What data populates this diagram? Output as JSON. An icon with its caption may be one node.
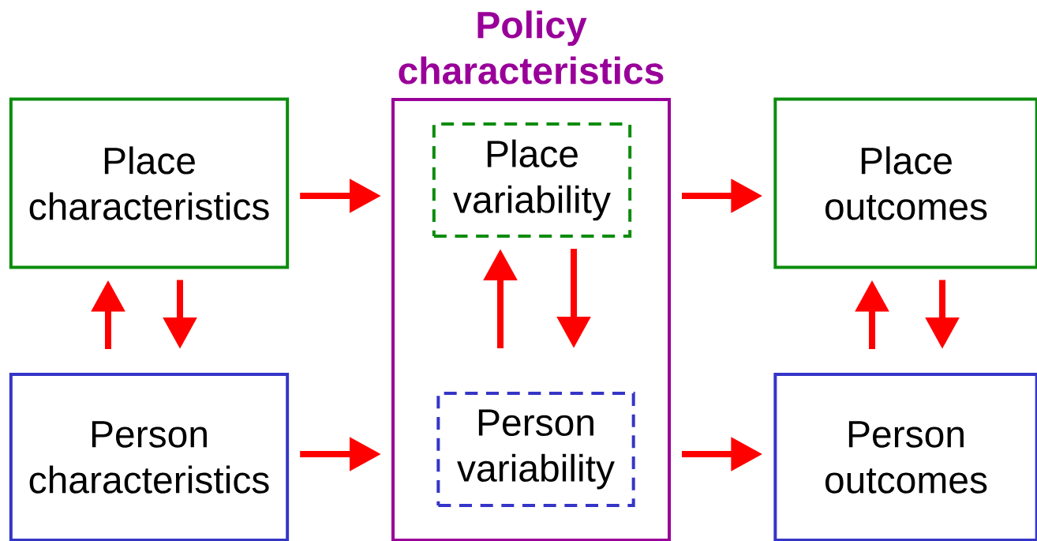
{
  "diagram": {
    "nodes": [
      {
        "text": [
          "Place characteristics"
        ]
      },
      {
        "text": [
          "Person characteristics"
        ]
      },
      {
        "text": [
          "Policy characteristics"
        ]
      },
      {
        "text": [
          "Place variability"
        ],
        "in": 2
      },
      {
        "text": [
          "Person variability"
        ],
        "in": 2
      },
      {
        "text": [
          "Place outcomes"
        ]
      },
      {
        "text": [
          "Person outcomes"
        ]
      }
    ],
    "edges": [
      {
        "from": 0,
        "to": 2,
        "arrow": "to"
      },
      {
        "from": 1,
        "to": 2,
        "arrow": "to"
      },
      {
        "from": 2,
        "to": 5,
        "arrow": "to"
      },
      {
        "from": 2,
        "to": 6,
        "arrow": "to"
      },
      {
        "from": 1,
        "to": 0,
        "arrow": "to"
      },
      {
        "from": 0,
        "to": 1,
        "arrow": "to"
      },
      {
        "from": 4,
        "to": 3,
        "arrow": "to"
      },
      {
        "from": 3,
        "to": 4,
        "arrow": "to"
      },
      {
        "from": 6,
        "to": 5,
        "arrow": "to"
      },
      {
        "from": 5,
        "to": 6,
        "arrow": "to"
      }
    ]
  }
}
